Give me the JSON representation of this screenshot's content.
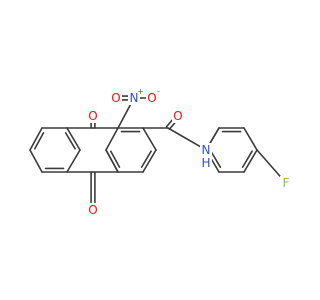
{
  "colors": {
    "bond": "#3b3b3b",
    "carbon": "#3b3b3b",
    "oxygen": "#ff0d0d",
    "nitrogen": "#2f52d6",
    "fluorine": "#8fbf3f"
  },
  "atoms": {
    "o_top": {
      "label": "O"
    },
    "o_bottom": {
      "label": "O"
    },
    "nitro_n": {
      "label": "N",
      "charge": "+"
    },
    "nitro_o_left": {
      "label": "O"
    },
    "nitro_o_right": {
      "label": "O",
      "charge": "-"
    },
    "amide_o": {
      "label": "O"
    },
    "amide_n": {
      "label": "N"
    },
    "amide_h": {
      "label": "H"
    },
    "fluorine": {
      "label": "F"
    }
  }
}
